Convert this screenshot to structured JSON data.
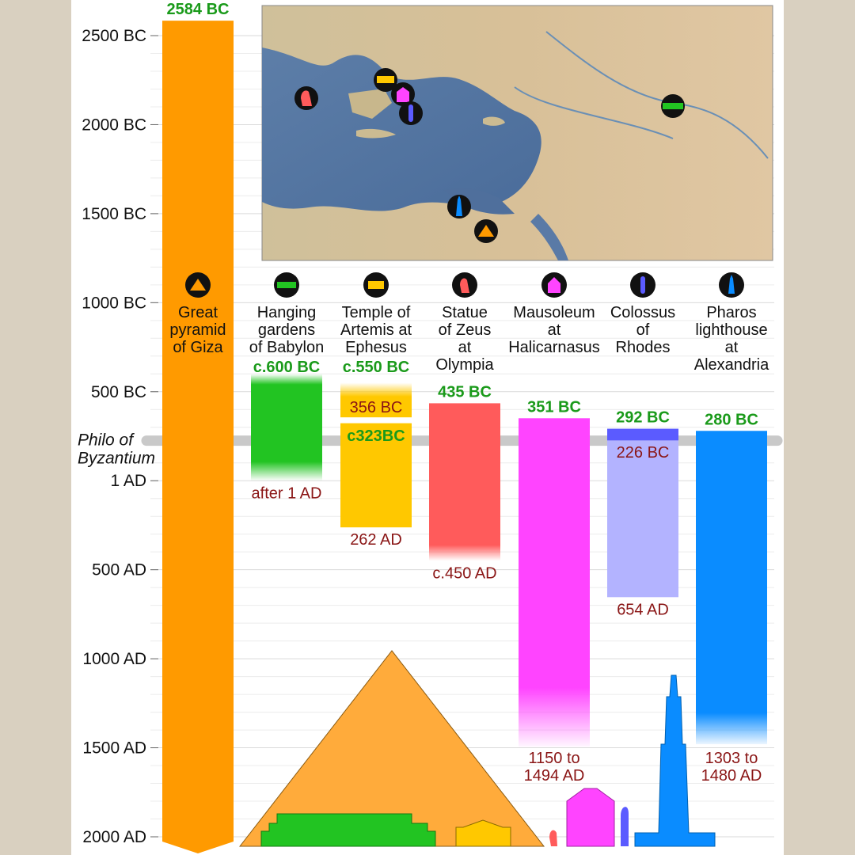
{
  "chart_data": {
    "type": "bar",
    "title": "",
    "ylim_years": [
      -2600,
      2000
    ],
    "y_ticks": [
      {
        "label": "2500 BC",
        "value": -2500
      },
      {
        "label": "2000 BC",
        "value": -2000
      },
      {
        "label": "1500 BC",
        "value": -1500
      },
      {
        "label": "1000 BC",
        "value": -1000
      },
      {
        "label": "500 BC",
        "value": -500
      },
      {
        "label": "1 AD",
        "value": 1
      },
      {
        "label": "500 AD",
        "value": 500
      },
      {
        "label": "1000 AD",
        "value": 1000
      },
      {
        "label": "1500 AD",
        "value": 1500
      },
      {
        "label": "2000 AD",
        "value": 2000
      }
    ],
    "reference_line": {
      "label_line1": "Philo of",
      "label_line2": "Byzantium",
      "value": -225
    },
    "series": [
      {
        "name_lines": [
          "Great",
          "pyramid",
          "of Giza"
        ],
        "icon": "pyramid-icon",
        "color": "#ff9a00",
        "start": -2584,
        "end": 2000,
        "start_label": "2584 BC",
        "end_label": ""
      },
      {
        "name_lines": [
          "Hanging",
          "gardens",
          "of Babylon"
        ],
        "icon": "gardens-icon",
        "color": "#22c422",
        "start": -600,
        "end": 1,
        "start_label": "c.600 BC",
        "end_label": "after 1 AD"
      },
      {
        "name_lines": [
          "Temple of",
          "Artemis at",
          "Ephesus"
        ],
        "icon": "temple-icon",
        "color": "#ffc800",
        "start": -550,
        "end": 262,
        "start_label": "c.550 BC",
        "end_label": "262 AD",
        "gap_start_label": "356 BC",
        "gap_end_label": "c323BC"
      },
      {
        "name_lines": [
          "Statue",
          "of Zeus",
          "at",
          "Olympia"
        ],
        "icon": "zeus-statue-icon",
        "color": "#ff5b5b",
        "start": -435,
        "end": 450,
        "start_label": "435 BC",
        "end_label": "c.450 AD"
      },
      {
        "name_lines": [
          "Mausoleum",
          "at",
          "Halicarnasus"
        ],
        "icon": "mausoleum-icon",
        "color": "#ff44ff",
        "start": -351,
        "end": 1494,
        "start_label": "351 BC",
        "end_label_lines": [
          "1150 to",
          "1494 AD"
        ]
      },
      {
        "name_lines": [
          "Colossus",
          "of",
          "Rhodes"
        ],
        "icon": "colossus-icon",
        "color": "#5b5bff",
        "start": -292,
        "end": 654,
        "start_label": "292 BC",
        "end_label": "654 AD",
        "collapse_label": "226 BC"
      },
      {
        "name_lines": [
          "Pharos",
          "lighthouse",
          "at",
          "Alexandria"
        ],
        "icon": "lighthouse-icon",
        "color": "#0a8cff",
        "start": -280,
        "end": 1480,
        "start_label": "280 BC",
        "end_label_lines": [
          "1303 to",
          "1480 AD"
        ]
      }
    ]
  }
}
